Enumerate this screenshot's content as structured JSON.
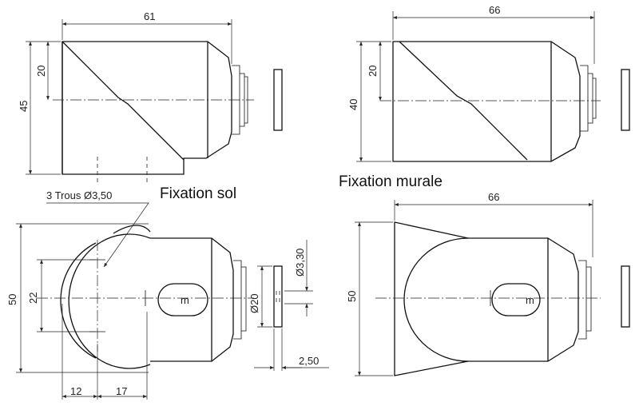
{
  "titles": {
    "floor": "Fixation sol",
    "wall": "Fixation murale"
  },
  "dimensions": {
    "floor_side_width": "61",
    "floor_side_height": "45",
    "floor_side_upper": "20",
    "wall_side_width": "66",
    "wall_side_height": "40",
    "wall_side_upper": "20",
    "holes_note": "3 Trous Ø3,50",
    "floor_top_height": "50",
    "floor_top_hole_spacing": "22",
    "floor_top_offset_a": "12",
    "floor_top_offset_b": "17",
    "plate_diameter": "Ø20",
    "plate_hole": "Ø3,30",
    "plate_thickness": "2,50",
    "wall_top_width": "66",
    "wall_top_height": "50"
  },
  "magnet_label": "m"
}
